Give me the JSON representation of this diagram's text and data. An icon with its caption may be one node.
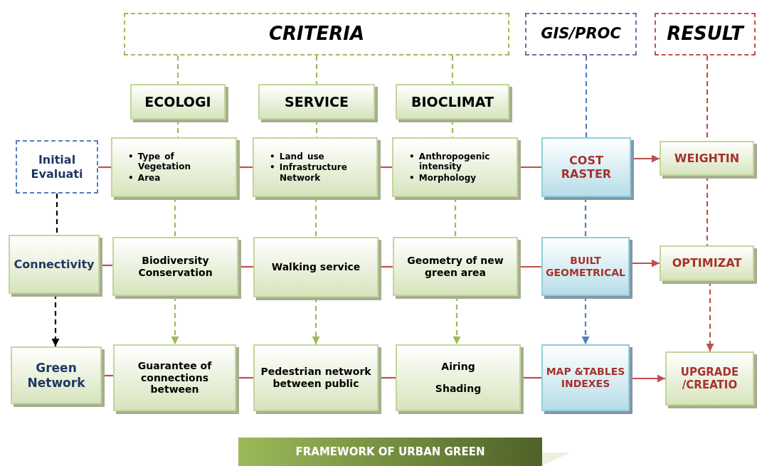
{
  "diagram": {
    "caption": "FRAMEWORK OF URBAN GREEN",
    "nodes": [
      {
        "text": [
          "CRITERIA"
        ]
      },
      {
        "text": [
          "GIS/**PROC**"
        ]
      },
      {
        "text": [
          "RESULT"
        ]
      },
      {
        "text": [
          "ECOLOGI"
        ]
      },
      {
        "text": [
          "SERVICE"
        ]
      },
      {
        "text": [
          "BIOCLIMAT"
        ]
      },
      {
        "text": [
          "Initial Evaluati"
        ]
      },
      {
        "text": [
          "• Type of Vegetation",
          "• Area"
        ]
      },
      {
        "text": [
          "• Land use",
          "• Infrastructure Network"
        ]
      },
      {
        "text": [
          "• Anthropogenic intensity",
          "• Morphology"
        ]
      },
      {
        "text": [
          "COST RASTER"
        ]
      },
      {
        "text": [
          "WEIGHTIN"
        ]
      },
      {
        "text": [
          "Connectivity"
        ]
      },
      {
        "text": [
          "Biodiversity Conservation"
        ]
      },
      {
        "text": [
          "Walking service"
        ]
      },
      {
        "text": [
          "Geometry of new green area"
        ]
      },
      {
        "text": [
          "BUILT GEOMETRICAL"
        ]
      },
      {
        "text": [
          "OPTIMIZAT"
        ]
      },
      {
        "text": [
          "Green Network"
        ]
      },
      {
        "text": [
          "Guarantee of connections between"
        ]
      },
      {
        "text": [
          "Pedestrian network between public"
        ]
      },
      {
        "text": [
          "Airing",
          "Shading"
        ]
      },
      {
        "text": [
          "MAP &TABLES INDEXES"
        ]
      },
      {
        "text": [
          "UPGRADE /CREATIO"
        ]
      }
    ],
    "edges": [
      {
        "from": 0,
        "to": 3,
        "arrow": "none",
        "style": "dashed",
        "color": "#9bbb59"
      },
      {
        "from": 0,
        "to": 4,
        "arrow": "none",
        "style": "dashed",
        "color": "#9bbb59"
      },
      {
        "from": 0,
        "to": 5,
        "arrow": "none",
        "style": "dashed",
        "color": "#9bbb59"
      },
      {
        "from": 1,
        "to": 10,
        "arrow": "none",
        "style": "dashed",
        "color": "#4f81bd"
      },
      {
        "from": 2,
        "to": 11,
        "arrow": "none",
        "style": "dashed"
      },
      {
        "from": 3,
        "to": 7,
        "arrow": "none",
        "style": "dashed",
        "color": "#9bbb59"
      },
      {
        "from": 4,
        "to": 8,
        "arrow": "none",
        "style": "dashed",
        "color": "#9bbb59"
      },
      {
        "from": 5,
        "to": 9,
        "arrow": "none",
        "style": "dashed",
        "color": "#9bbb59"
      },
      {
        "from": 6,
        "to": 7,
        "arrow": "none"
      },
      {
        "from": 7,
        "to": 8,
        "arrow": "none"
      },
      {
        "from": 8,
        "to": 9,
        "arrow": "none"
      },
      {
        "from": 9,
        "to": 10,
        "arrow": "none"
      },
      {
        "from": 10,
        "to": 11,
        "arrow": "to"
      },
      {
        "from": 6,
        "to": 12,
        "arrow": "none",
        "style": "dashed",
        "color": "#000000"
      },
      {
        "from": 7,
        "to": 13,
        "arrow": "none",
        "style": "dashed",
        "color": "#9bbb59"
      },
      {
        "from": 8,
        "to": 14,
        "arrow": "none",
        "style": "dashed",
        "color": "#9bbb59"
      },
      {
        "from": 9,
        "to": 15,
        "arrow": "none",
        "style": "dashed",
        "color": "#9bbb59"
      },
      {
        "from": 10,
        "to": 16,
        "arrow": "none",
        "style": "dashed",
        "color": "#4f81bd"
      },
      {
        "from": 11,
        "to": 17,
        "arrow": "none",
        "style": "dashed"
      },
      {
        "from": 12,
        "to": 13,
        "arrow": "none"
      },
      {
        "from": 13,
        "to": 14,
        "arrow": "none"
      },
      {
        "from": 14,
        "to": 15,
        "arrow": "none"
      },
      {
        "from": 15,
        "to": 16,
        "arrow": "none"
      },
      {
        "from": 16,
        "to": 17,
        "arrow": "to"
      },
      {
        "from": 12,
        "to": 18,
        "arrow": "to",
        "style": "dashed",
        "color": "#000000"
      },
      {
        "from": 13,
        "to": 19,
        "arrow": "to",
        "style": "dashed",
        "color": "#9bbb59"
      },
      {
        "from": 14,
        "to": 20,
        "arrow": "to",
        "style": "dashed",
        "color": "#9bbb59"
      },
      {
        "from": 15,
        "to": 21,
        "arrow": "to",
        "style": "dashed",
        "color": "#9bbb59"
      },
      {
        "from": 16,
        "to": 22,
        "arrow": "to",
        "style": "dashed",
        "color": "#4f81bd"
      },
      {
        "from": 17,
        "to": 23,
        "arrow": "to",
        "style": "dashed"
      },
      {
        "from": 18,
        "to": 19,
        "arrow": "none"
      },
      {
        "from": 19,
        "to": 20,
        "arrow": "none"
      },
      {
        "from": 20,
        "to": 21,
        "arrow": "none"
      },
      {
        "from": 21,
        "to": 22,
        "arrow": "none"
      },
      {
        "from": 22,
        "to": 23,
        "arrow": "to"
      }
    ]
  }
}
